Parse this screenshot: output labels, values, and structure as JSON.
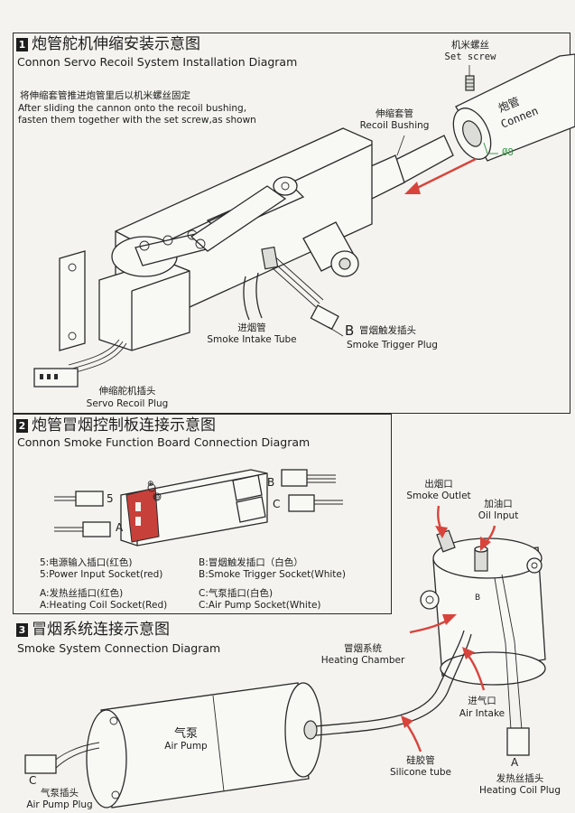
{
  "section1": {
    "number": "1",
    "title_cn": "炮管舵机伸缩安装示意图",
    "title_en": "Connon Servo Recoil System Installation Diagram",
    "instruction_cn": "将伸缩套管推进炮管里后以机米螺丝固定",
    "instruction_en_1": "After sliding the cannon onto the recoil bushing,",
    "instruction_en_2": "fasten them together with the set screw,as shown",
    "set_screw_cn": "机米螺丝",
    "set_screw_en": "Set screw",
    "cannon_cn": "炮管",
    "cannon_en": "Connen",
    "diameter": "Ø8",
    "recoil_bushing_cn": "伸缩套管",
    "recoil_bushing_en": "Recoil Bushing",
    "smoke_intake_cn": "进烟管",
    "smoke_intake_en": "Smoke Intake Tube",
    "plug_b_letter": "B",
    "smoke_trigger_cn": "冒烟触发插头",
    "smoke_trigger_en": "Smoke Trigger Plug",
    "servo_plug_cn": "伸缩舵机插头",
    "servo_plug_en": "Servo Recoil Plug"
  },
  "section2": {
    "number": "2",
    "title_cn": "炮管冒烟控制板连接示意图",
    "title_en": "Connon Smoke Function Board Connection Diagram",
    "label_5": "5",
    "label_a": "A",
    "label_b": "B",
    "label_c": "C",
    "plus": "⊕",
    "minus": "⊖",
    "legend_5_cn": "5:电源输入插口(红色)",
    "legend_5_en": "5:Power Input Socket(red)",
    "legend_b_cn": "B:冒烟触发插口（白色）",
    "legend_b_en": "B:Smoke Trigger Socket(White)",
    "legend_a_cn": "A:发热丝插口(红色)",
    "legend_a_en": "A:Heating Coil Socket(Red)",
    "legend_c_cn": "C:气泵插口(白色)",
    "legend_c_en": "C:Air Pump Socket(White)"
  },
  "section3": {
    "number": "3",
    "title_cn": "冒烟系统连接示意图",
    "title_en": "Smoke System Connection Diagram",
    "smoke_outlet_cn": "出烟口",
    "smoke_outlet_en": "Smoke Outlet",
    "oil_input_cn": "加油口",
    "oil_input_en": "Oil Input",
    "heating_chamber_cn": "冒烟系统",
    "heating_chamber_en": "Heating Chamber",
    "air_intake_cn": "进气口",
    "air_intake_en": "Air Intake",
    "air_pump_cn": "气泵",
    "air_pump_en": "Air Pump",
    "silicone_cn": "硅胶管",
    "silicone_en": "Silicone tube",
    "heating_plug_letter": "A",
    "heating_plug_cn": "发热丝插头",
    "heating_plug_en": "Heating Coil Plug",
    "pump_plug_letter": "C",
    "pump_plug_cn": "气泵插头",
    "pump_plug_en": "Air Pump Plug",
    "plug_b_letter": "B"
  },
  "colors": {
    "arrow": "#d8443c",
    "socket_red": "#c8403a",
    "dimension_green": "#3a9a4a"
  }
}
